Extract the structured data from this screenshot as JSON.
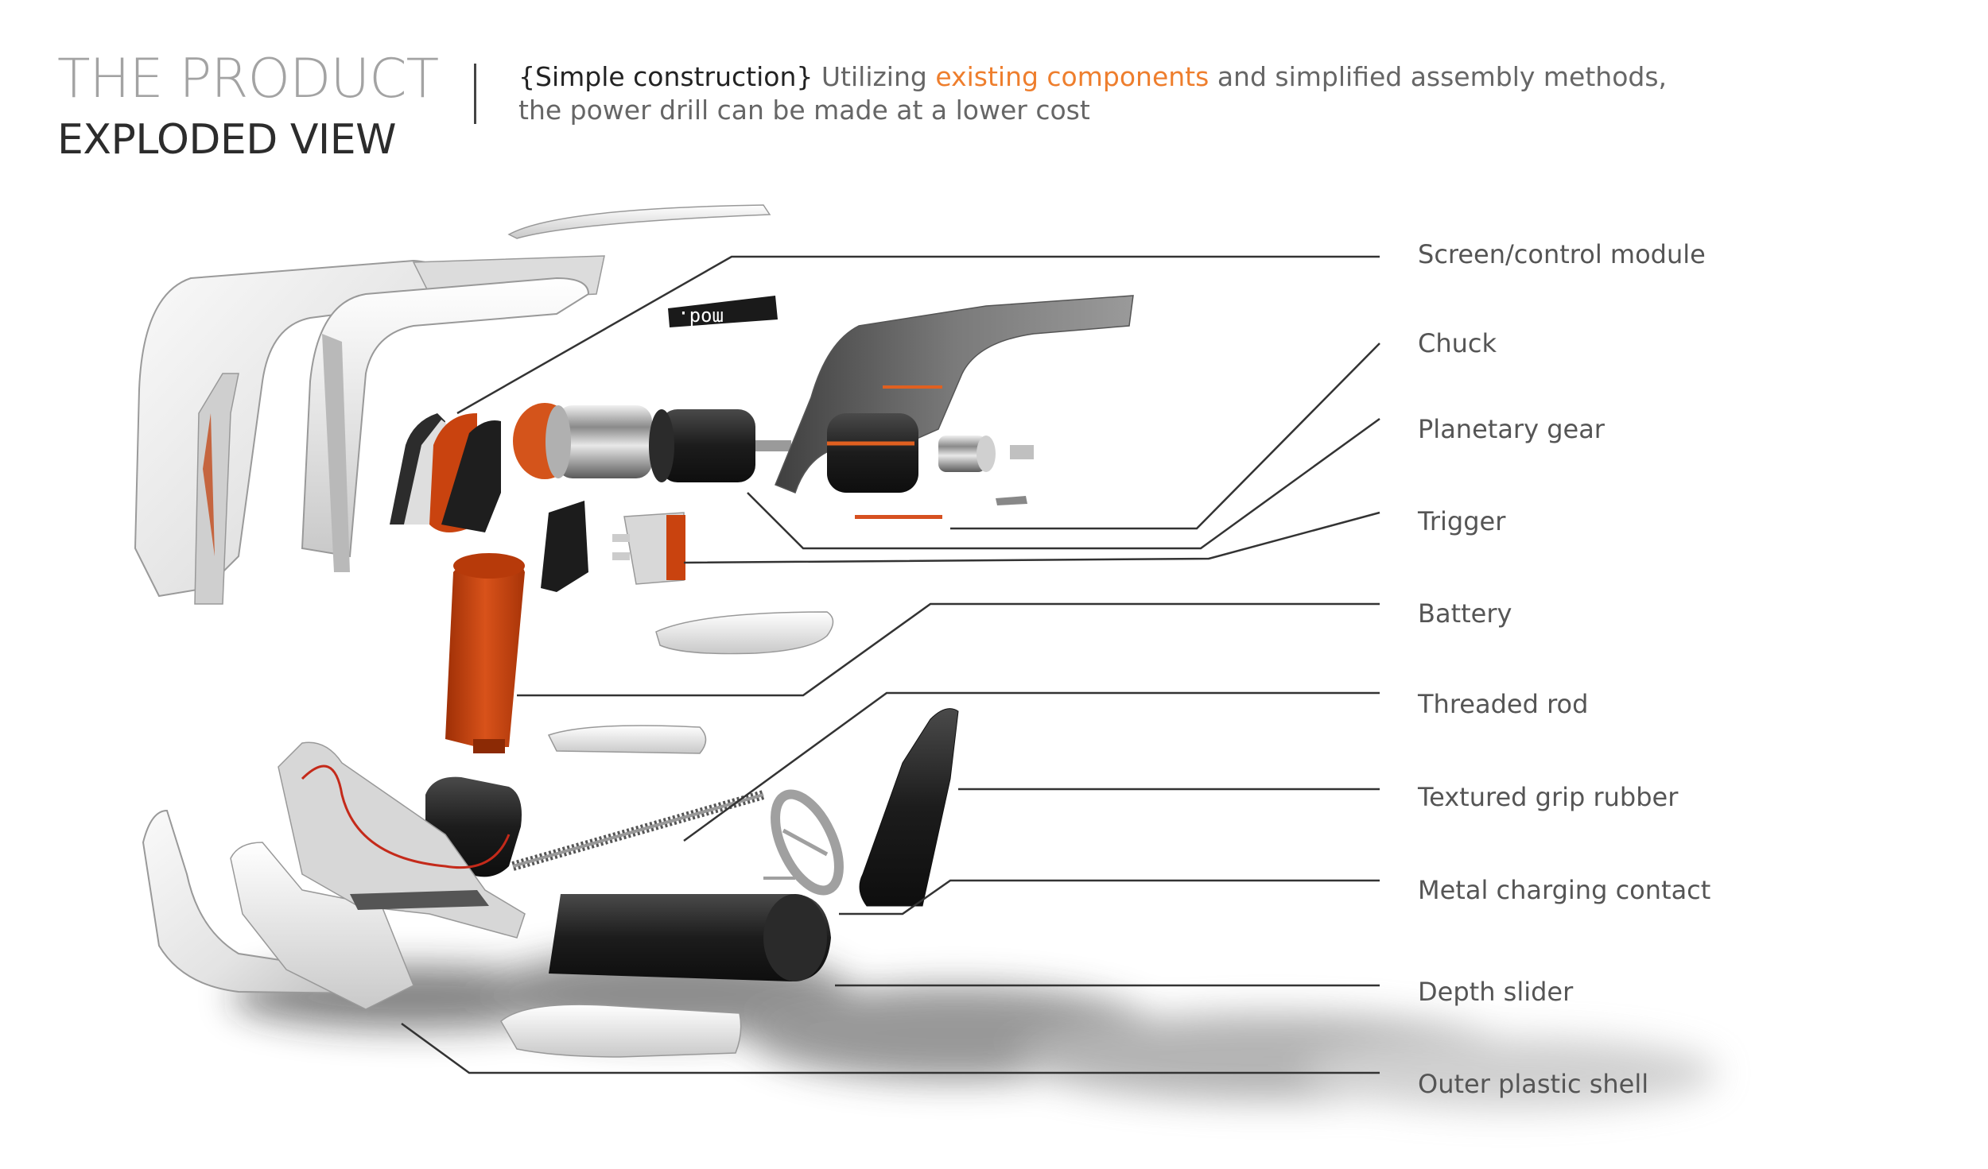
{
  "header": {
    "title_line1": "THE PRODUCT",
    "title_line2": "EXPLODED VIEW",
    "desc_lead": "{Simple construction}",
    "desc_part1": "Utilizing",
    "desc_highlight": "existing components",
    "desc_part2": "and simplified assembly methods,",
    "desc_line2": "the power drill can be made at a lower cost"
  },
  "screen_text": "mod.",
  "callouts": [
    "Screen/control module",
    "Chuck",
    "Planetary gear",
    "Trigger",
    "Battery",
    "Threaded rod",
    "Textured grip rubber",
    "Metal charging contact",
    "Depth slider",
    "Outer plastic shell"
  ],
  "colors": {
    "accent_orange": "#ee7e2d",
    "component_orange": "#c9430f",
    "dark_component": "#1e1e1e",
    "shell_white": "#eeeeee",
    "leader_line": "#333333"
  }
}
